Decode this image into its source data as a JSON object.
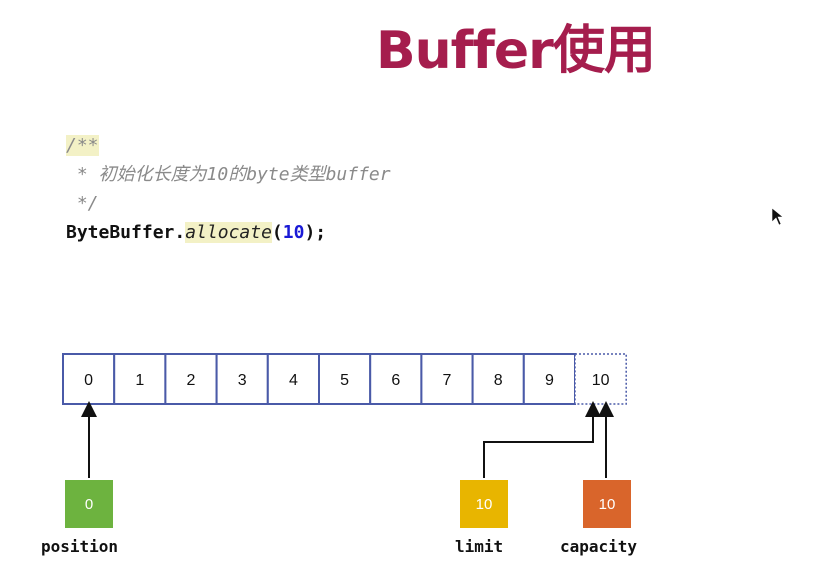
{
  "title": "Buffer使用",
  "code": {
    "comment_open": "/**",
    "comment_star": " * ",
    "comment_text": "初始化长度为",
    "comment_num": "10",
    "comment_mid": "的",
    "comment_byte": "byte",
    "comment_type": "类型",
    "comment_buffer": "buffer",
    "comment_close": " */",
    "class_name": "ByteBuffer",
    "dot": ".",
    "method": "allocate",
    "paren_open": "(",
    "arg": "10",
    "paren_close": ");"
  },
  "buffer_cells": [
    "0",
    "1",
    "2",
    "3",
    "4",
    "5",
    "6",
    "7",
    "8",
    "9",
    "10"
  ],
  "markers": {
    "position": {
      "value": "0",
      "label": "position",
      "color": "#6db33f"
    },
    "limit": {
      "value": "10",
      "label": "limit",
      "color": "#e8b500"
    },
    "capacity": {
      "value": "10",
      "label": "capacity",
      "color": "#d9652b"
    }
  },
  "colors": {
    "title": "#a51d4d",
    "cell_border": "#4a5aa8"
  },
  "icons": [
    "mouse-cursor-icon"
  ]
}
